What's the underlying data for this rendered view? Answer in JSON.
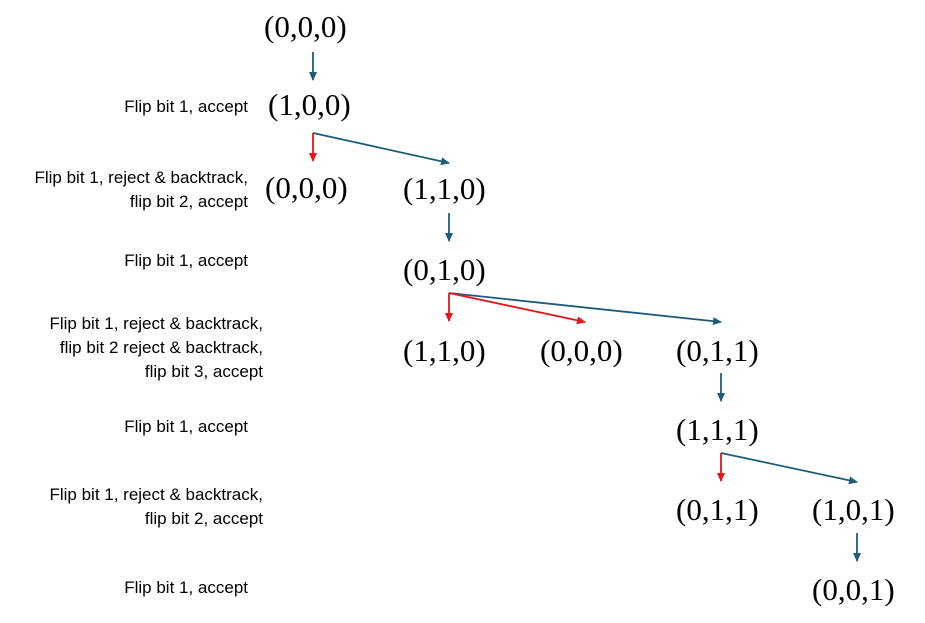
{
  "colors": {
    "accept_arrow": "#1f5c7a",
    "reject_arrow": "#e8131b"
  },
  "nodes": {
    "n0": "(0,0,0)",
    "n1": "(1,0,0)",
    "n2a": "(0,0,0)",
    "n2b": "(1,1,0)",
    "n3": "(0,1,0)",
    "n4a": "(1,1,0)",
    "n4b": "(0,0,0)",
    "n4c": "(0,1,1)",
    "n5": "(1,1,1)",
    "n6a": "(0,1,1)",
    "n6b": "(1,0,1)",
    "n7": "(0,0,1)"
  },
  "steps": {
    "s1": [
      "Flip bit 1, accept"
    ],
    "s2": [
      "Flip bit 1, reject & backtrack,",
      "flip bit 2, accept"
    ],
    "s3": [
      "Flip bit 1, accept"
    ],
    "s4": [
      "Flip bit 1, reject & backtrack,",
      "flip bit 2 reject & backtrack,",
      "flip bit 3, accept"
    ],
    "s5": [
      "Flip bit 1, accept"
    ],
    "s6": [
      "Flip bit 1, reject & backtrack,",
      "flip bit 2, accept"
    ],
    "s7": [
      "Flip bit 1, accept"
    ]
  }
}
